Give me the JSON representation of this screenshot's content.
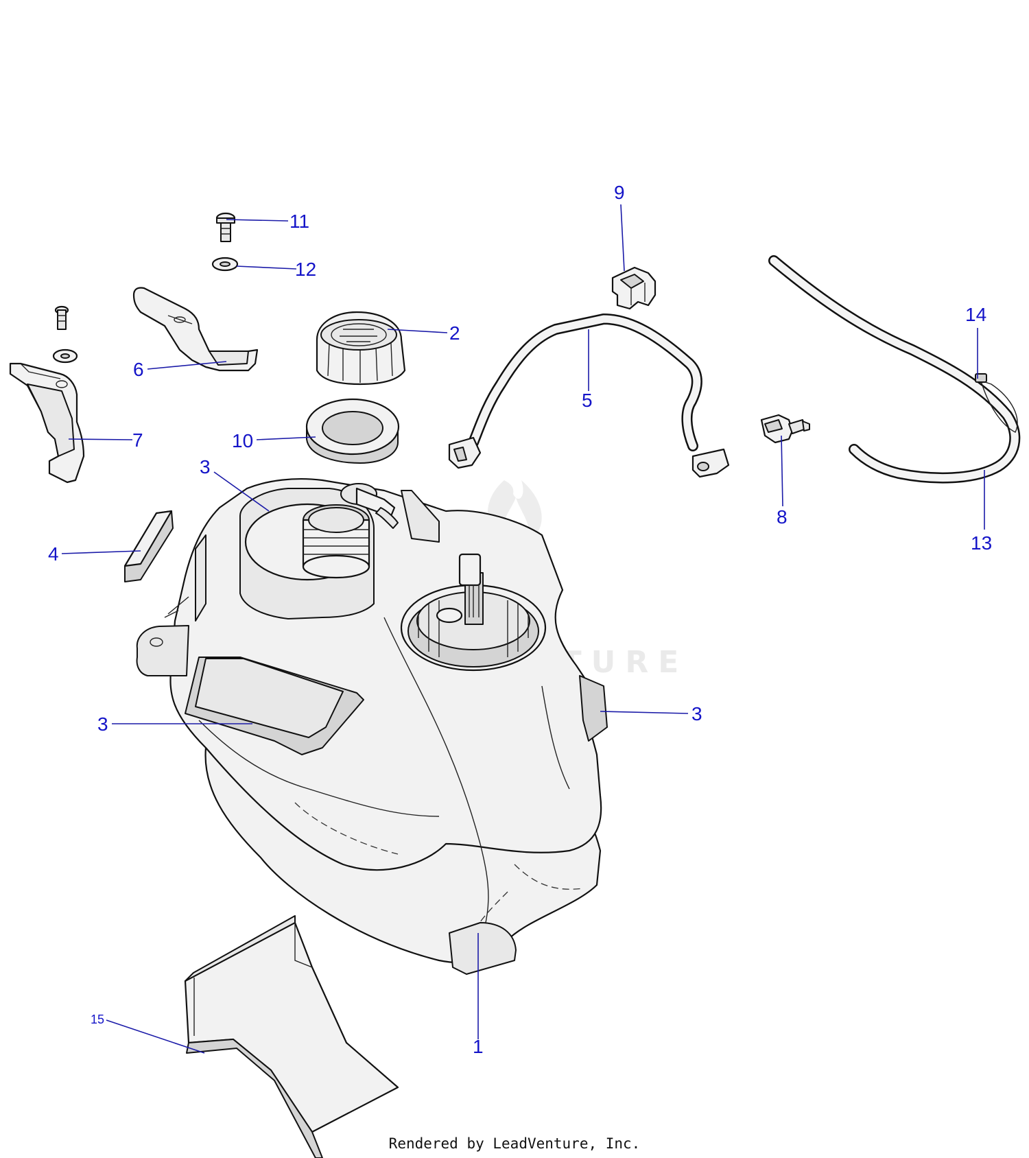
{
  "callouts": {
    "c1": "1",
    "c2": "2",
    "c3a": "3",
    "c3b": "3",
    "c3c": "3",
    "c4": "4",
    "c5": "5",
    "c6": "6",
    "c7": "7",
    "c8": "8",
    "c9": "9",
    "c10": "10",
    "c11": "11",
    "c12": "12",
    "c13": "13",
    "c14": "14",
    "c15": "15"
  },
  "watermark": {
    "text": "LEADVENTURE"
  },
  "footer": {
    "credit": "Rendered by LeadVenture, Inc."
  },
  "colors": {
    "callout": "#1414c8",
    "leader": "#1a1aa8",
    "line": "#111111"
  }
}
